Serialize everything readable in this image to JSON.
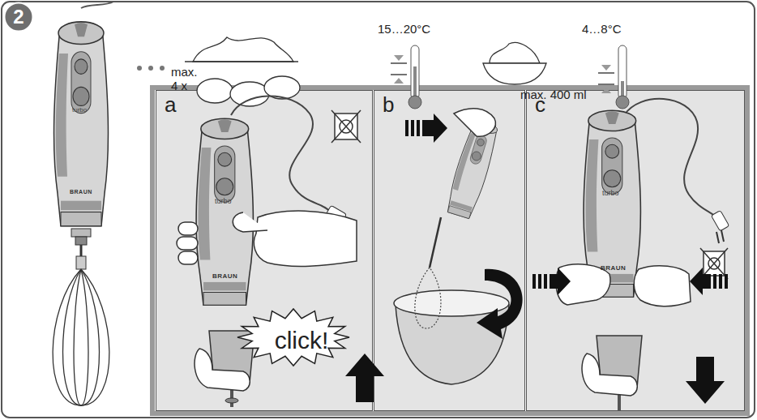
{
  "diagram": {
    "nodes": [
      {
        "text": [
          "2"
        ]
      },
      {
        "text": [
          "a"
        ]
      },
      {
        "text": [
          "b"
        ]
      },
      {
        "text": [
          "c"
        ]
      },
      {
        "text": [
          "click!"
        ],
        "in": 1
      }
    ],
    "labels": [
      "max. 4 x",
      "15…20°C",
      "4…8°C",
      "max. 400 ml",
      "turbo",
      "BRAUN",
      "turbo",
      "BRAUN",
      "turbo",
      "BRAUN"
    ]
  }
}
